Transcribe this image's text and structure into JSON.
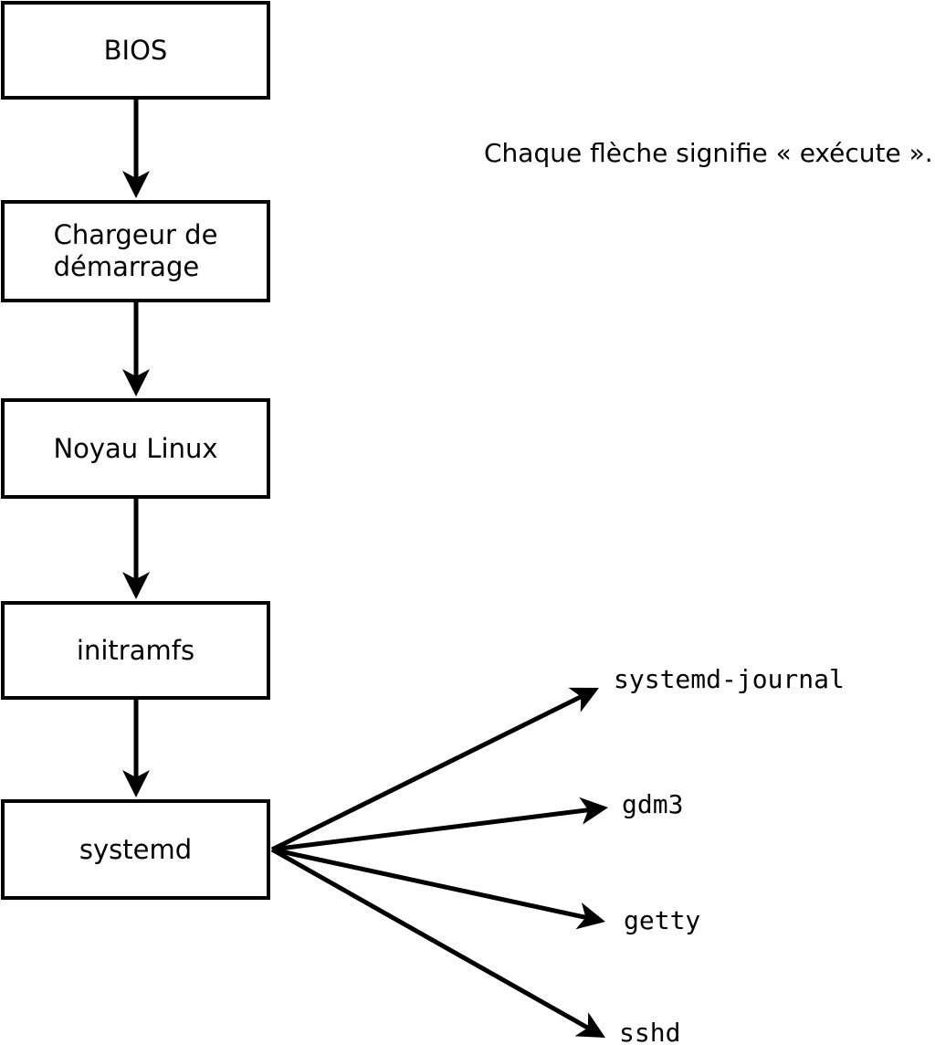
{
  "diagram": {
    "annotation": "Chaque flèche signifie « exécute ».",
    "nodes": [
      {
        "id": "bios",
        "label": "BIOS"
      },
      {
        "id": "bootloader",
        "label": "Chargeur de\ndémarrage"
      },
      {
        "id": "kernel",
        "label": "Noyau Linux"
      },
      {
        "id": "initramfs",
        "label": "initramfs"
      },
      {
        "id": "systemd",
        "label": "systemd"
      }
    ],
    "processes": [
      {
        "id": "systemd-journal",
        "label": "systemd-journal"
      },
      {
        "id": "gdm3",
        "label": "gdm3"
      },
      {
        "id": "getty",
        "label": "getty"
      },
      {
        "id": "sshd",
        "label": "sshd"
      }
    ],
    "colors": {
      "line": "#000000",
      "background": "#ffffff",
      "box_fill": "#ffffff"
    }
  }
}
